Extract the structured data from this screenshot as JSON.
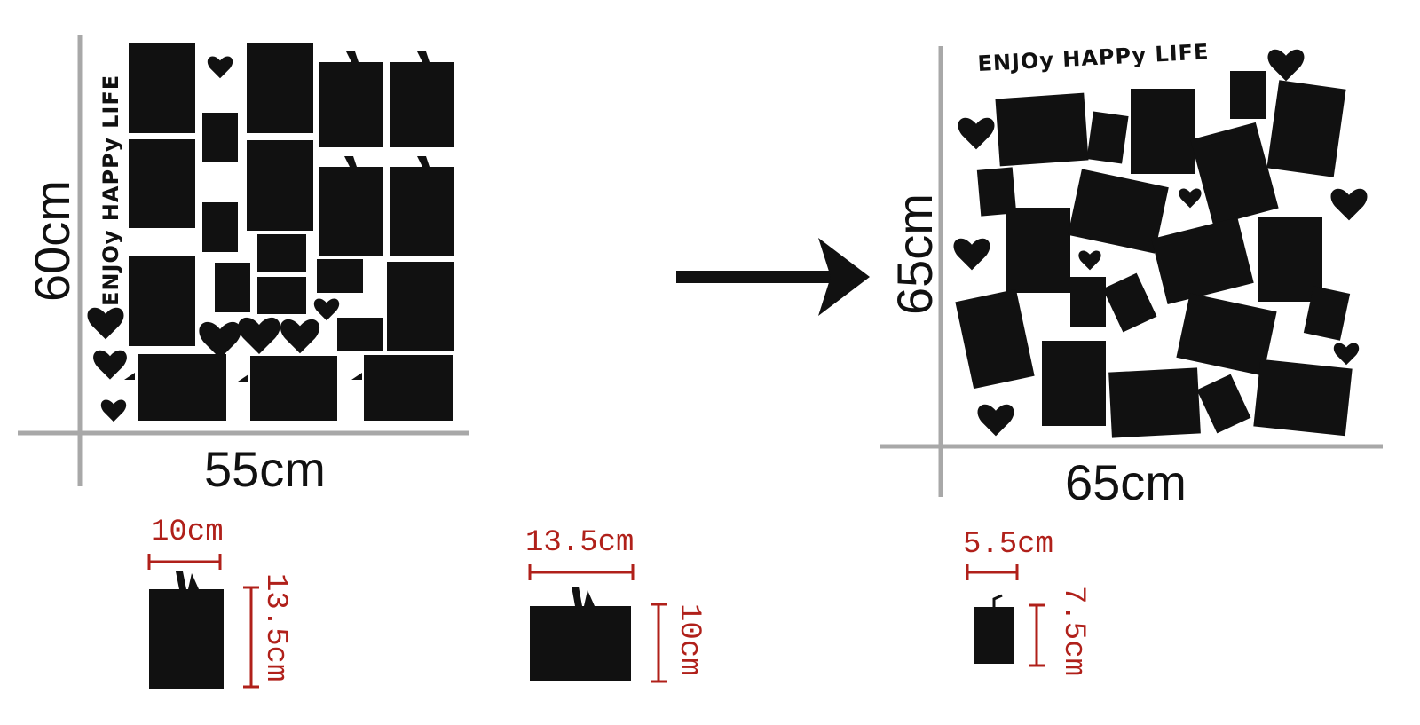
{
  "slogan": "ENJOy HAPPy LIFE",
  "left_panel": {
    "height_label": "60cm",
    "width_label": "55cm"
  },
  "right_panel": {
    "height_label": "65cm",
    "width_label": "65cm"
  },
  "sizes": [
    {
      "width": "10cm",
      "height": "13.5cm"
    },
    {
      "width": "13.5cm",
      "height": "10cm"
    },
    {
      "width": "5.5cm",
      "height": "7.5cm"
    }
  ],
  "colors": {
    "frame": "#111111",
    "axis": "#a8a8a8",
    "dimension": "#b0201a"
  },
  "arrow_icon": "right-arrow-icon"
}
